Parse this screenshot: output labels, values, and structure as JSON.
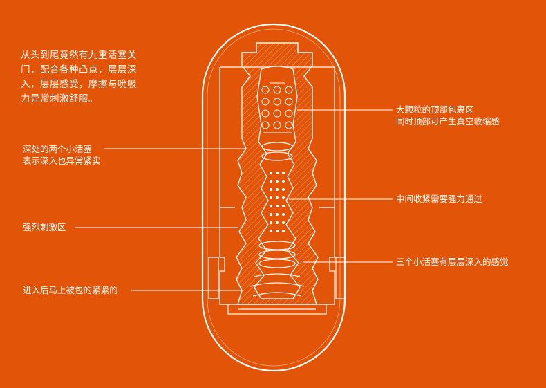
{
  "intro": {
    "lines": [
      "从头到尾竟然有九重活塞关",
      "门，配合各种凸点，层层深",
      "入，层层感受，摩擦与吮吸",
      "力异常刺激舒服。"
    ]
  },
  "callouts": {
    "left": [
      {
        "lines": [
          "深处的两个小活塞",
          "表示深入也异常紧实"
        ]
      },
      {
        "lines": [
          "强烈刺激区"
        ]
      },
      {
        "lines": [
          "进入后马上被包的紧紧的"
        ]
      }
    ],
    "right": [
      {
        "lines": [
          "大颗粒的顶部包裹区",
          "同时顶部可产生真空收缩感"
        ]
      },
      {
        "lines": [
          "中间收紧需要强力通过"
        ]
      },
      {
        "lines": [
          "三个小活塞有层层深入的感觉"
        ]
      }
    ]
  },
  "colors": {
    "background": "#E25407",
    "line": "#FFFFFF"
  }
}
